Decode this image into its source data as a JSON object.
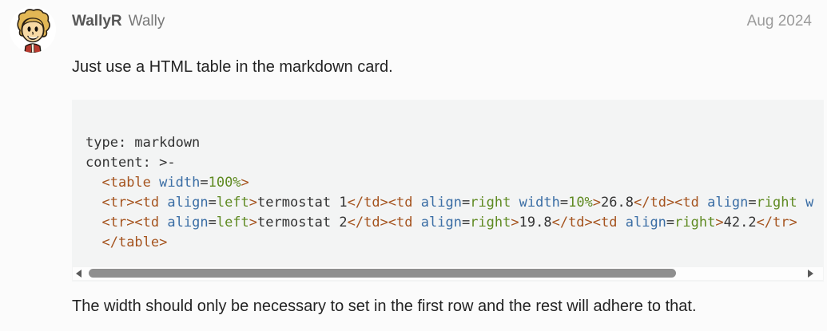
{
  "post": {
    "author_username": "WallyR",
    "author_name": "Wally",
    "date": "Aug 2024",
    "paragraph1": "Just use a HTML table in the markdown card.",
    "paragraph2": "The width should only be necessary to set in the first row and the rest will adhere to that."
  },
  "avatar": {
    "name": "cartoon boy with blonde hair and red shirt"
  },
  "code": {
    "language": "yaml",
    "background": "#f3f4f4",
    "syntax_colors": {
      "plain": "#333333",
      "tag": "#a5541f",
      "attribute": "#3b6ea5",
      "value": "#5f8a22"
    },
    "lines": [
      [
        {
          "t": "type: markdown",
          "c": "plain"
        }
      ],
      [
        {
          "t": "content: >-",
          "c": "plain"
        }
      ],
      [
        {
          "t": "  ",
          "c": "plain"
        },
        {
          "t": "<table",
          "c": "tag"
        },
        {
          "t": " ",
          "c": "plain"
        },
        {
          "t": "width",
          "c": "attr"
        },
        {
          "t": "=",
          "c": "plain"
        },
        {
          "t": "100%",
          "c": "val"
        },
        {
          "t": ">",
          "c": "tag"
        }
      ],
      [
        {
          "t": "  ",
          "c": "plain"
        },
        {
          "t": "<tr><td",
          "c": "tag"
        },
        {
          "t": " ",
          "c": "plain"
        },
        {
          "t": "align",
          "c": "attr"
        },
        {
          "t": "=",
          "c": "plain"
        },
        {
          "t": "left",
          "c": "val"
        },
        {
          "t": ">",
          "c": "tag"
        },
        {
          "t": "termostat 1",
          "c": "plain"
        },
        {
          "t": "</td><td",
          "c": "tag"
        },
        {
          "t": " ",
          "c": "plain"
        },
        {
          "t": "align",
          "c": "attr"
        },
        {
          "t": "=",
          "c": "plain"
        },
        {
          "t": "right",
          "c": "val"
        },
        {
          "t": " ",
          "c": "plain"
        },
        {
          "t": "width",
          "c": "attr"
        },
        {
          "t": "=",
          "c": "plain"
        },
        {
          "t": "10%",
          "c": "val"
        },
        {
          "t": ">",
          "c": "tag"
        },
        {
          "t": "26.8",
          "c": "plain"
        },
        {
          "t": "</td><td",
          "c": "tag"
        },
        {
          "t": " ",
          "c": "plain"
        },
        {
          "t": "align",
          "c": "attr"
        },
        {
          "t": "=",
          "c": "plain"
        },
        {
          "t": "right",
          "c": "val"
        },
        {
          "t": " ",
          "c": "plain"
        },
        {
          "t": "w",
          "c": "attr"
        }
      ],
      [
        {
          "t": "  ",
          "c": "plain"
        },
        {
          "t": "<tr><td",
          "c": "tag"
        },
        {
          "t": " ",
          "c": "plain"
        },
        {
          "t": "align",
          "c": "attr"
        },
        {
          "t": "=",
          "c": "plain"
        },
        {
          "t": "left",
          "c": "val"
        },
        {
          "t": ">",
          "c": "tag"
        },
        {
          "t": "termostat 2",
          "c": "plain"
        },
        {
          "t": "</td><td",
          "c": "tag"
        },
        {
          "t": " ",
          "c": "plain"
        },
        {
          "t": "align",
          "c": "attr"
        },
        {
          "t": "=",
          "c": "plain"
        },
        {
          "t": "right",
          "c": "val"
        },
        {
          "t": ">",
          "c": "tag"
        },
        {
          "t": "19.8",
          "c": "plain"
        },
        {
          "t": "</td><td",
          "c": "tag"
        },
        {
          "t": " ",
          "c": "plain"
        },
        {
          "t": "align",
          "c": "attr"
        },
        {
          "t": "=",
          "c": "plain"
        },
        {
          "t": "right",
          "c": "val"
        },
        {
          "t": ">",
          "c": "tag"
        },
        {
          "t": "42.2",
          "c": "plain"
        },
        {
          "t": "</tr>",
          "c": "tag"
        }
      ],
      [
        {
          "t": "  ",
          "c": "plain"
        },
        {
          "t": "</table>",
          "c": "tag"
        }
      ]
    ]
  },
  "scrollbar": {
    "orientation": "horizontal",
    "thumb_color": "#8f8f8f",
    "track_color": "#fdfdfd"
  }
}
